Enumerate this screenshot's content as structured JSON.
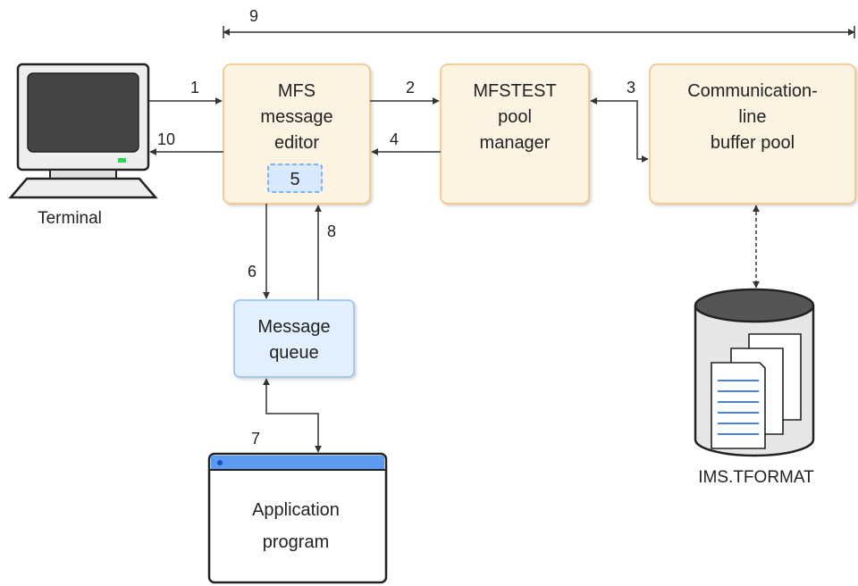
{
  "colors": {
    "box_fill": "#fdf3e3",
    "box_stroke": "#f0c27a",
    "queue_fill": "#e1efff",
    "queue_stroke": "#8fbef5",
    "line": "#333333",
    "screen": "#444444",
    "led": "#34d058",
    "app_bar": "#5b9cf2",
    "doc_lines": "#4a7de0"
  },
  "nodes": {
    "mfs_editor": [
      "MFS",
      "message",
      "editor"
    ],
    "mfstest_pool": [
      "MFSTEST",
      "pool",
      "manager"
    ],
    "comm_buffer": [
      "Communication-",
      "line",
      "buffer pool"
    ],
    "message_queue": [
      "Message",
      "queue"
    ],
    "app_program": [
      "Application",
      "program"
    ],
    "inner_step": "5",
    "terminal": "Terminal",
    "dataset": "IMS.TFORMAT"
  },
  "steps": {
    "s1": "1",
    "s2": "2",
    "s3": "3",
    "s4": "4",
    "s6": "6",
    "s7": "7",
    "s8": "8",
    "s9": "9",
    "s10": "10"
  }
}
